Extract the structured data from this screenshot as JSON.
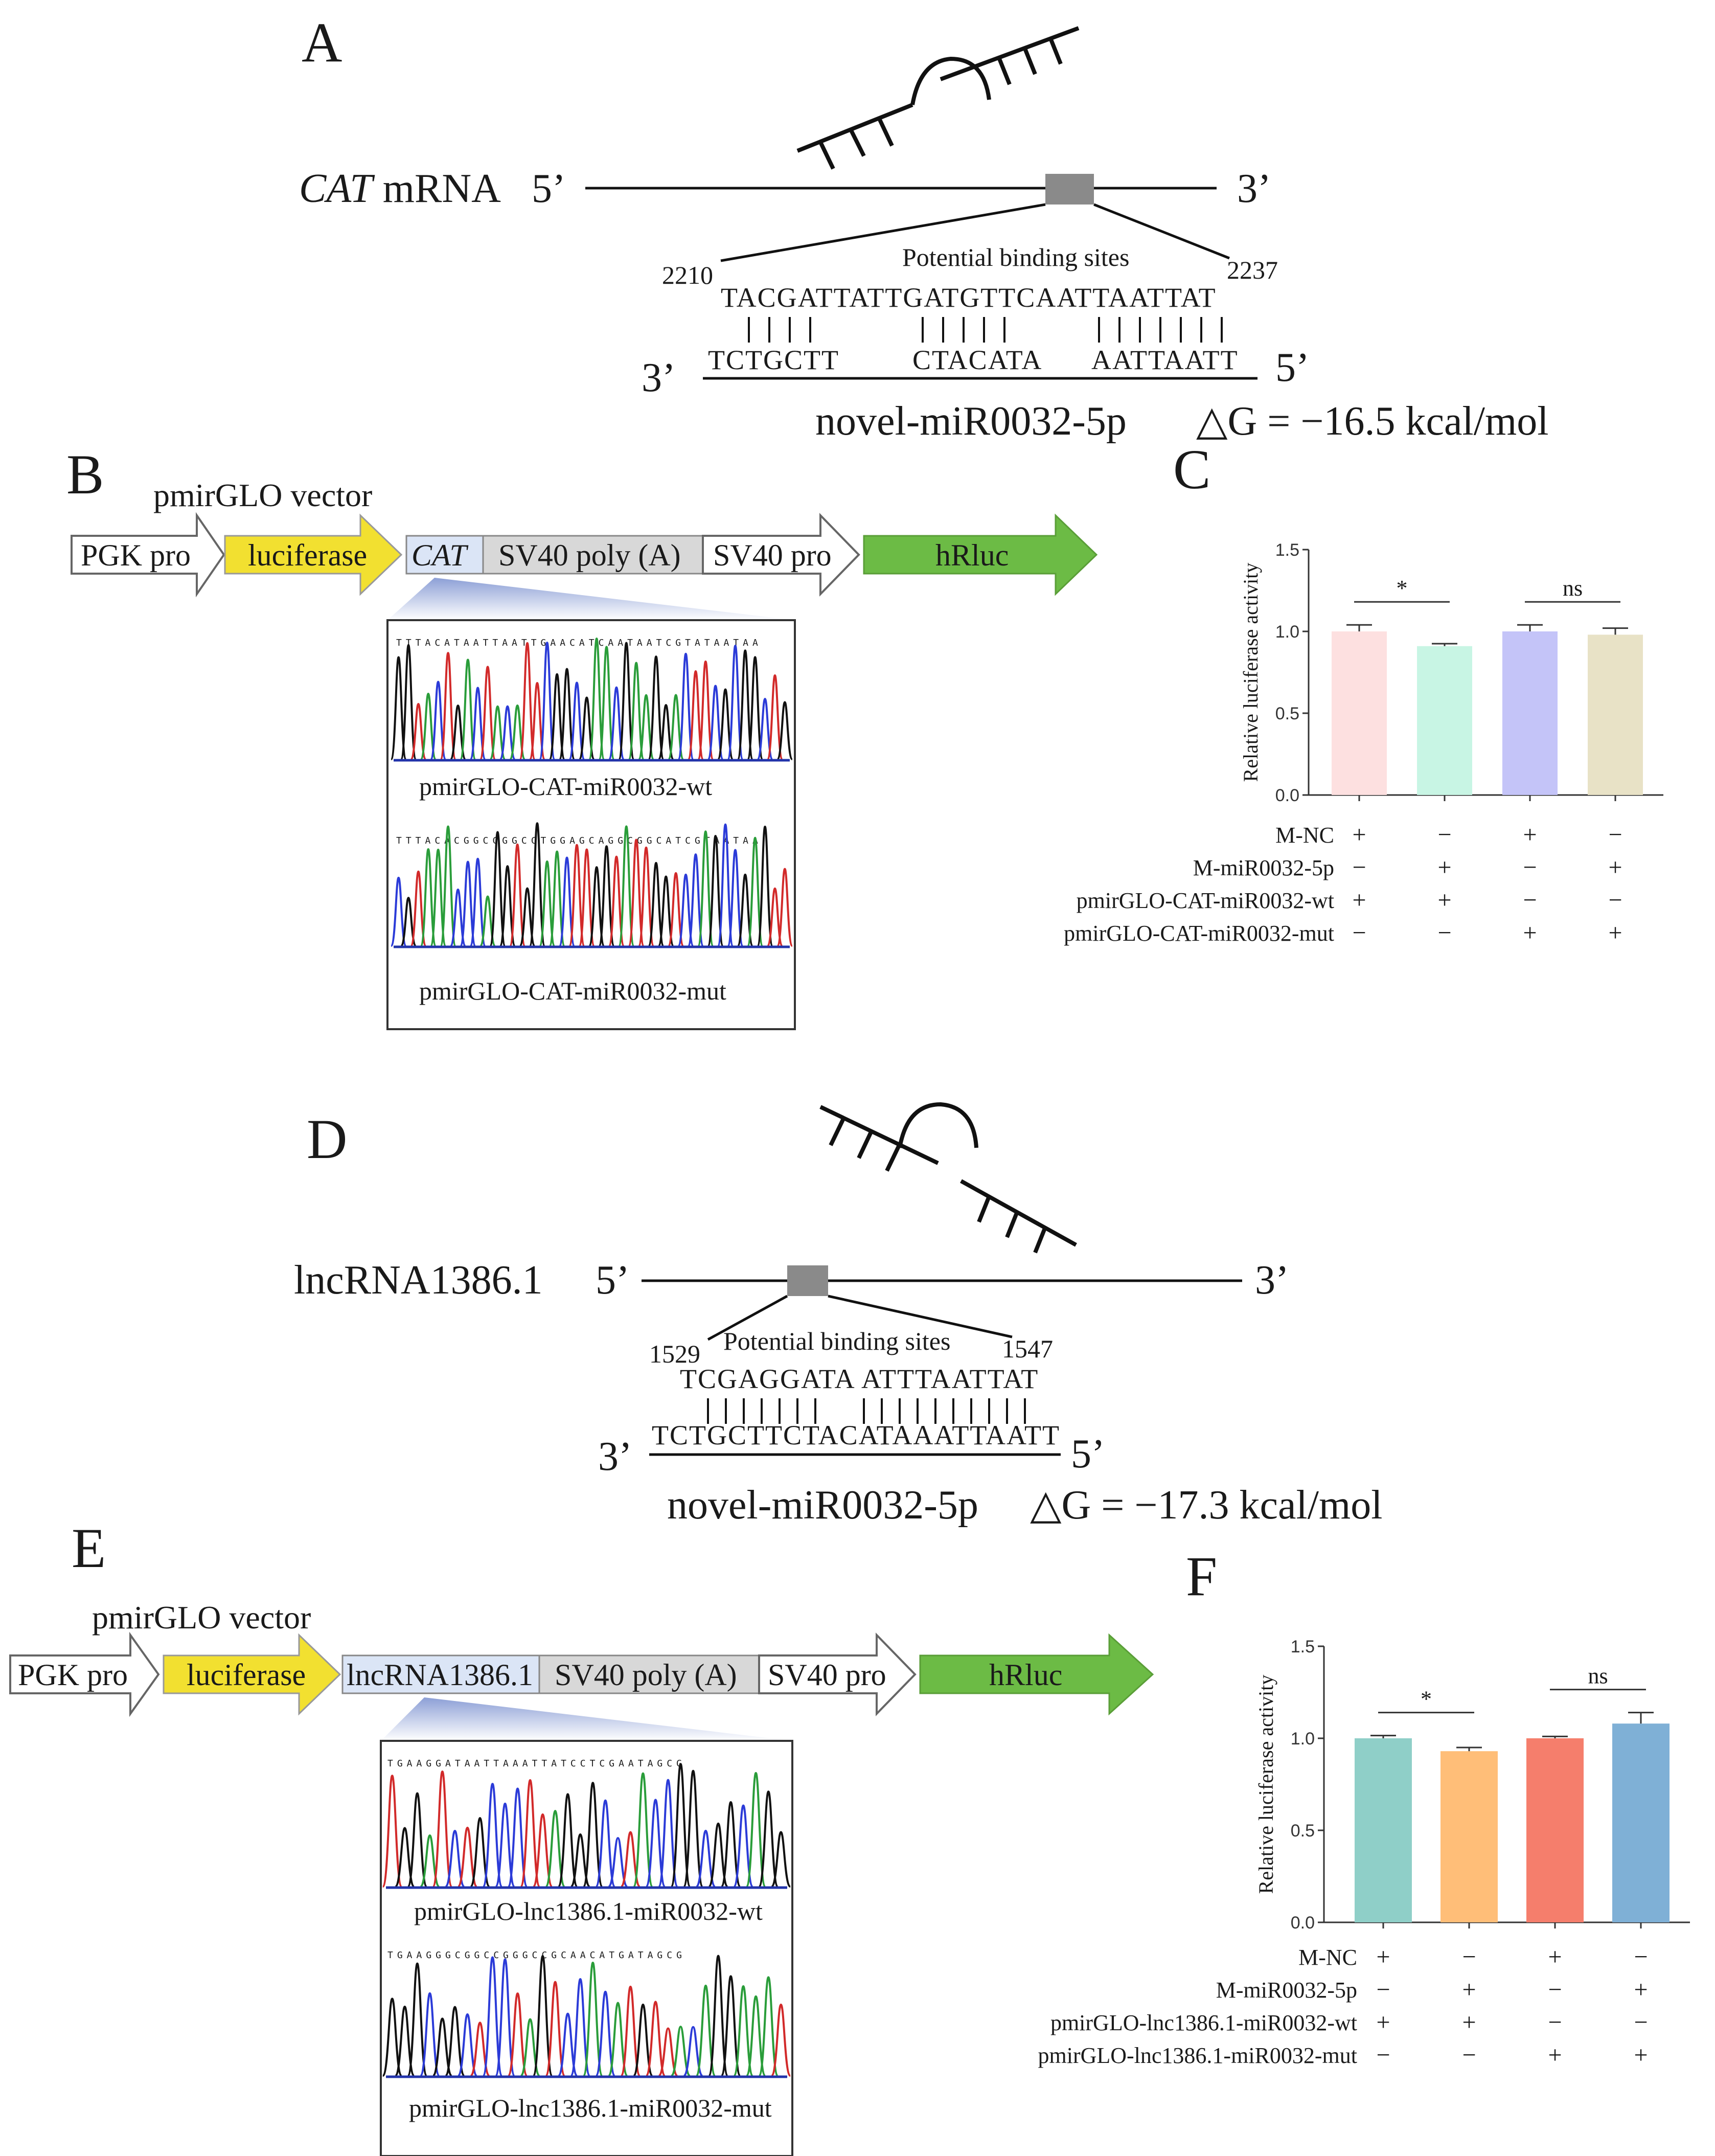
{
  "panels": {
    "A": "A",
    "B": "B",
    "C": "C",
    "D": "D",
    "E": "E",
    "F": "F"
  },
  "panel_a": {
    "transcript_italic": "CAT",
    "transcript_rest": " mRNA",
    "five_prime": "5’",
    "three_prime": "3’",
    "binding_label": "Potential binding sites",
    "start_pos": "2210",
    "end_pos": "2237",
    "target_seq": "TACGATTATTGATGTTCAATTAATTAT",
    "mirna_seg1": "TCTGCTT",
    "mirna_seg2": "CTACATA",
    "mirna_seg3": "AATTAATT",
    "mirna_3": "3’",
    "mirna_5": "5’",
    "mirna_name": "novel-miR0032-5p",
    "delta_g": "△G = −16.5 kcal/mol"
  },
  "panel_b": {
    "vector_title": "pmirGLO vector",
    "boxes": [
      "PGK pro",
      "luciferase",
      "CAT",
      "SV40 poly (A)",
      "SV40 pro",
      "hRluc"
    ],
    "wt_seq": "TTTACATAATTAATTGAACATCAATAATCGTATAATAA",
    "wt_label": "pmirGLO-CAT-miR0032-wt",
    "mut_seq": "TTTACACGGCCGGCCTGGAGCAGGCGGCATCGTAATAA",
    "mut_label": "pmirGLO-CAT-miR0032-mut"
  },
  "panel_d": {
    "transcript": "lncRNA1386.1",
    "five_prime": "5’",
    "three_prime": "3’",
    "binding_label": "Potential binding sites",
    "start_pos": "1529",
    "end_pos": "1547",
    "target_seg1": "TCGAGGATA",
    "target_seg2": "ATTTAATTAT",
    "mirna_seq": "TCTGCTTCTACATAAATTAATT",
    "mirna_3": "3’",
    "mirna_5": "5’",
    "mirna_name": "novel-miR0032-5p",
    "delta_g": "△G = −17.3 kcal/mol"
  },
  "panel_e": {
    "vector_title": "pmirGLO vector",
    "boxes": [
      "PGK pro",
      "luciferase",
      "lncRNA1386.1",
      "SV40 poly (A)",
      "SV40 pro",
      "hRluc"
    ],
    "wt_seq": "TGAAGGATAATTAAATTATCCTCGAATAGCG",
    "wt_label": "pmirGLO-lnc1386.1-miR0032-wt",
    "mut_seq": "TGAAGGGCGGCCGGGCCGCAACATGATAGCG",
    "mut_label": "pmirGLO-lnc1386.1-miR0032-mut"
  },
  "chart_data": [
    {
      "type": "bar",
      "panel": "C",
      "ylabel": "Relative luciferase activity",
      "ylim": [
        0,
        1.5
      ],
      "yticks": [
        "0.0",
        "0.5",
        "1.0",
        "1.5"
      ],
      "values": [
        1.0,
        0.91,
        1.0,
        0.98
      ],
      "errors": [
        0.04,
        0.015,
        0.04,
        0.04
      ],
      "colors": [
        "#fde0e0",
        "#c8f5e4",
        "#c4c4f8",
        "#e8e2c6"
      ],
      "significance": [
        {
          "from": 0,
          "to": 1,
          "label": "*"
        },
        {
          "from": 2,
          "to": 3,
          "label": "ns"
        }
      ],
      "rows": [
        {
          "label": "M-NC",
          "signs": [
            "+",
            "−",
            "+",
            "−"
          ]
        },
        {
          "label": "M-miR0032-5p",
          "signs": [
            "−",
            "+",
            "−",
            "+"
          ]
        },
        {
          "label": "pmirGLO-CAT-miR0032-wt",
          "signs": [
            "+",
            "+",
            "−",
            "−"
          ]
        },
        {
          "label": "pmirGLO-CAT-miR0032-mut",
          "signs": [
            "−",
            "−",
            "+",
            "+"
          ]
        }
      ]
    },
    {
      "type": "bar",
      "panel": "F",
      "ylabel": "Relative luciferase activity",
      "ylim": [
        0,
        1.5
      ],
      "yticks": [
        "0.0",
        "0.5",
        "1.0",
        "1.5"
      ],
      "values": [
        1.0,
        0.93,
        1.0,
        1.08
      ],
      "errors": [
        0.015,
        0.02,
        0.01,
        0.06
      ],
      "colors": [
        "#8fcfc8",
        "#ffbe78",
        "#f57e6c",
        "#7fb0d6"
      ],
      "significance": [
        {
          "from": 0,
          "to": 1,
          "label": "*"
        },
        {
          "from": 2,
          "to": 3,
          "label": "ns"
        }
      ],
      "rows": [
        {
          "label": "M-NC",
          "signs": [
            "+",
            "−",
            "+",
            "−"
          ]
        },
        {
          "label": "M-miR0032-5p",
          "signs": [
            "−",
            "+",
            "−",
            "+"
          ]
        },
        {
          "label": "pmirGLO-lnc1386.1-miR0032-wt",
          "signs": [
            "+",
            "+",
            "−",
            "−"
          ]
        },
        {
          "label": "pmirGLO-lnc1386.1-miR0032-mut",
          "signs": [
            "−",
            "−",
            "+",
            "+"
          ]
        }
      ]
    }
  ]
}
